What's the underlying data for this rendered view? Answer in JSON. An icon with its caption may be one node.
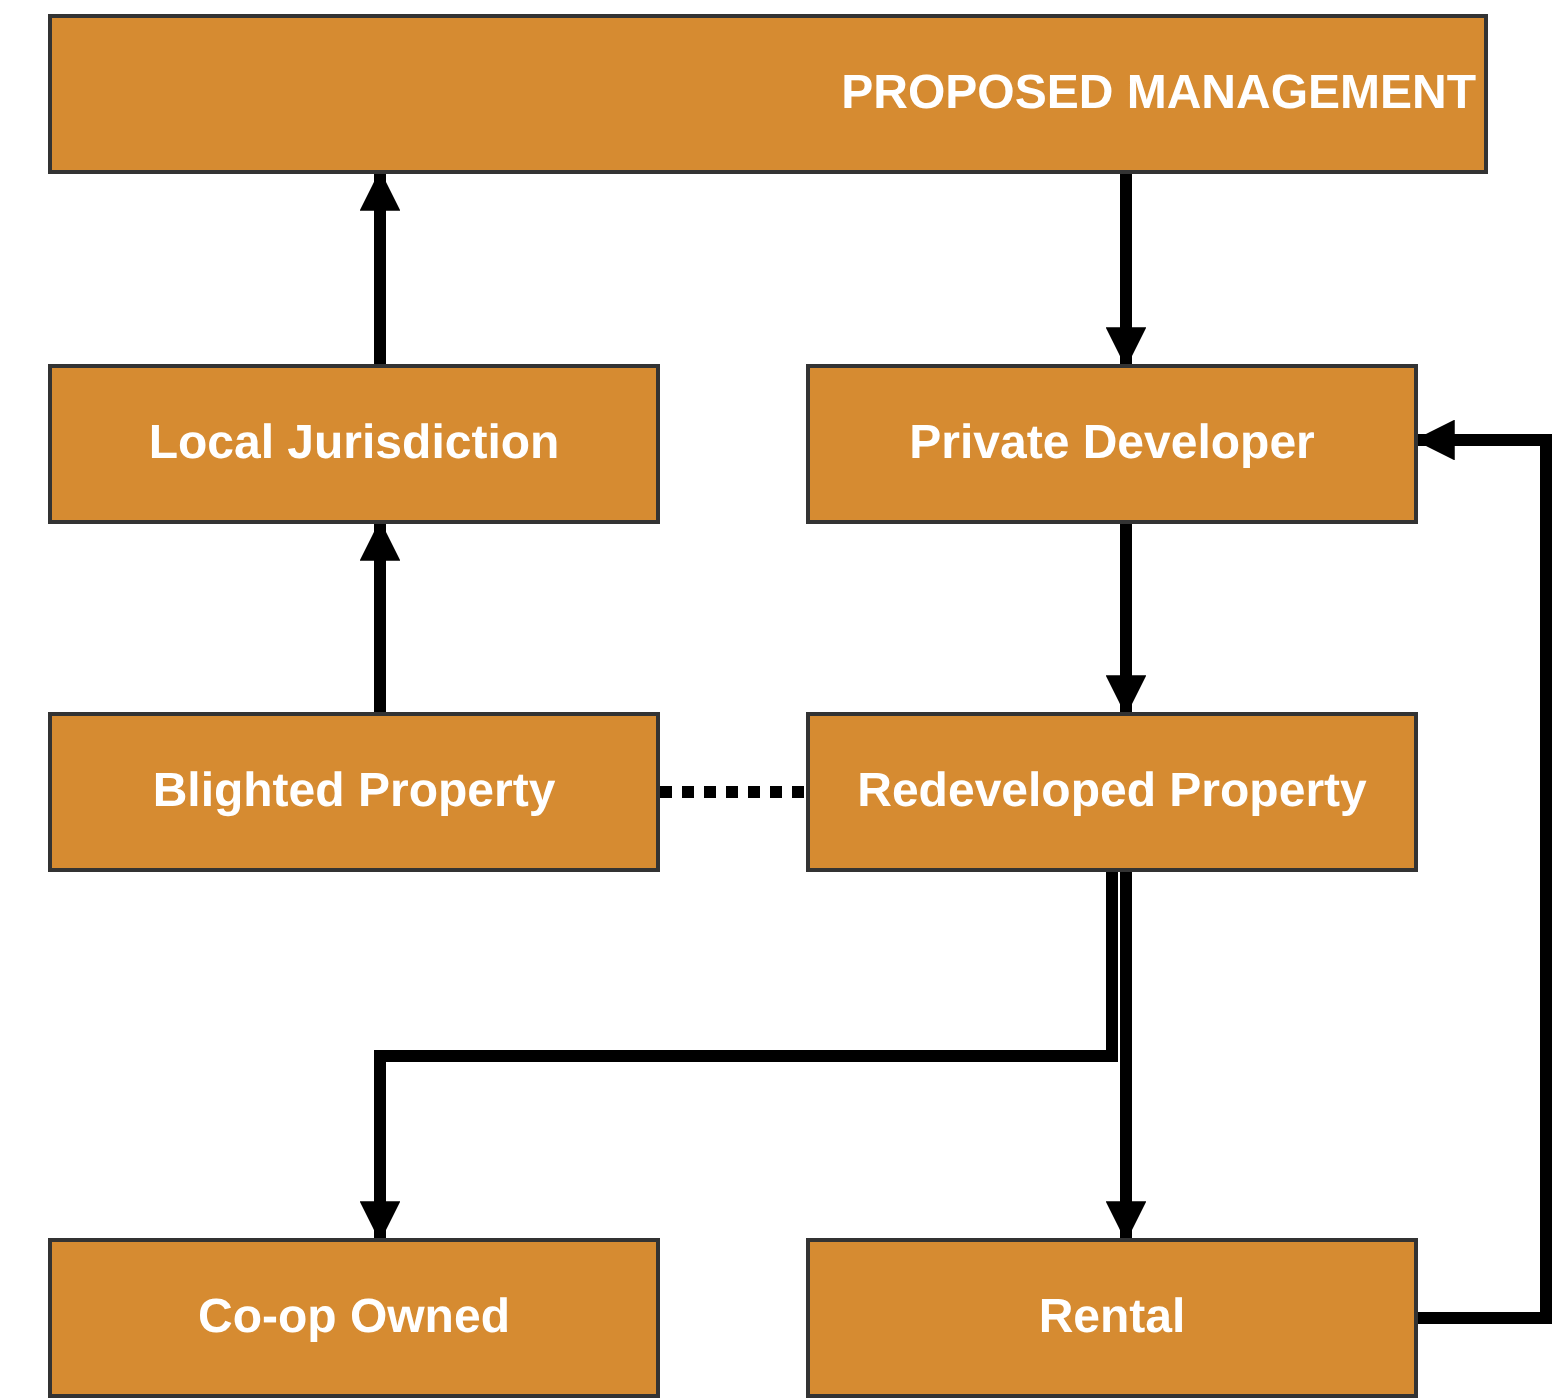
{
  "diagram": {
    "nodes": [
      {
        "text": [
          "PROPOSED MANAGEMENT"
        ]
      },
      {
        "text": [
          "Local Jurisdiction"
        ]
      },
      {
        "text": [
          "Private Developer"
        ]
      },
      {
        "text": [
          "Blighted Property"
        ]
      },
      {
        "text": [
          "Redeveloped Property"
        ]
      },
      {
        "text": [
          "Co-op Owned"
        ]
      },
      {
        "text": [
          "Rental"
        ]
      }
    ],
    "edges": [
      {
        "from": 1,
        "to": 0,
        "arrow": "to"
      },
      {
        "from": 0,
        "to": 2,
        "arrow": "to"
      },
      {
        "from": 3,
        "to": 1,
        "arrow": "to"
      },
      {
        "from": 2,
        "to": 4,
        "arrow": "to"
      },
      {
        "from": 3,
        "to": 4,
        "arrow": "none",
        "style": "dashed"
      },
      {
        "from": 4,
        "to": 5,
        "arrow": "to"
      },
      {
        "from": 4,
        "to": 6,
        "arrow": "to"
      },
      {
        "from": 6,
        "to": 2,
        "arrow": "to"
      }
    ]
  }
}
